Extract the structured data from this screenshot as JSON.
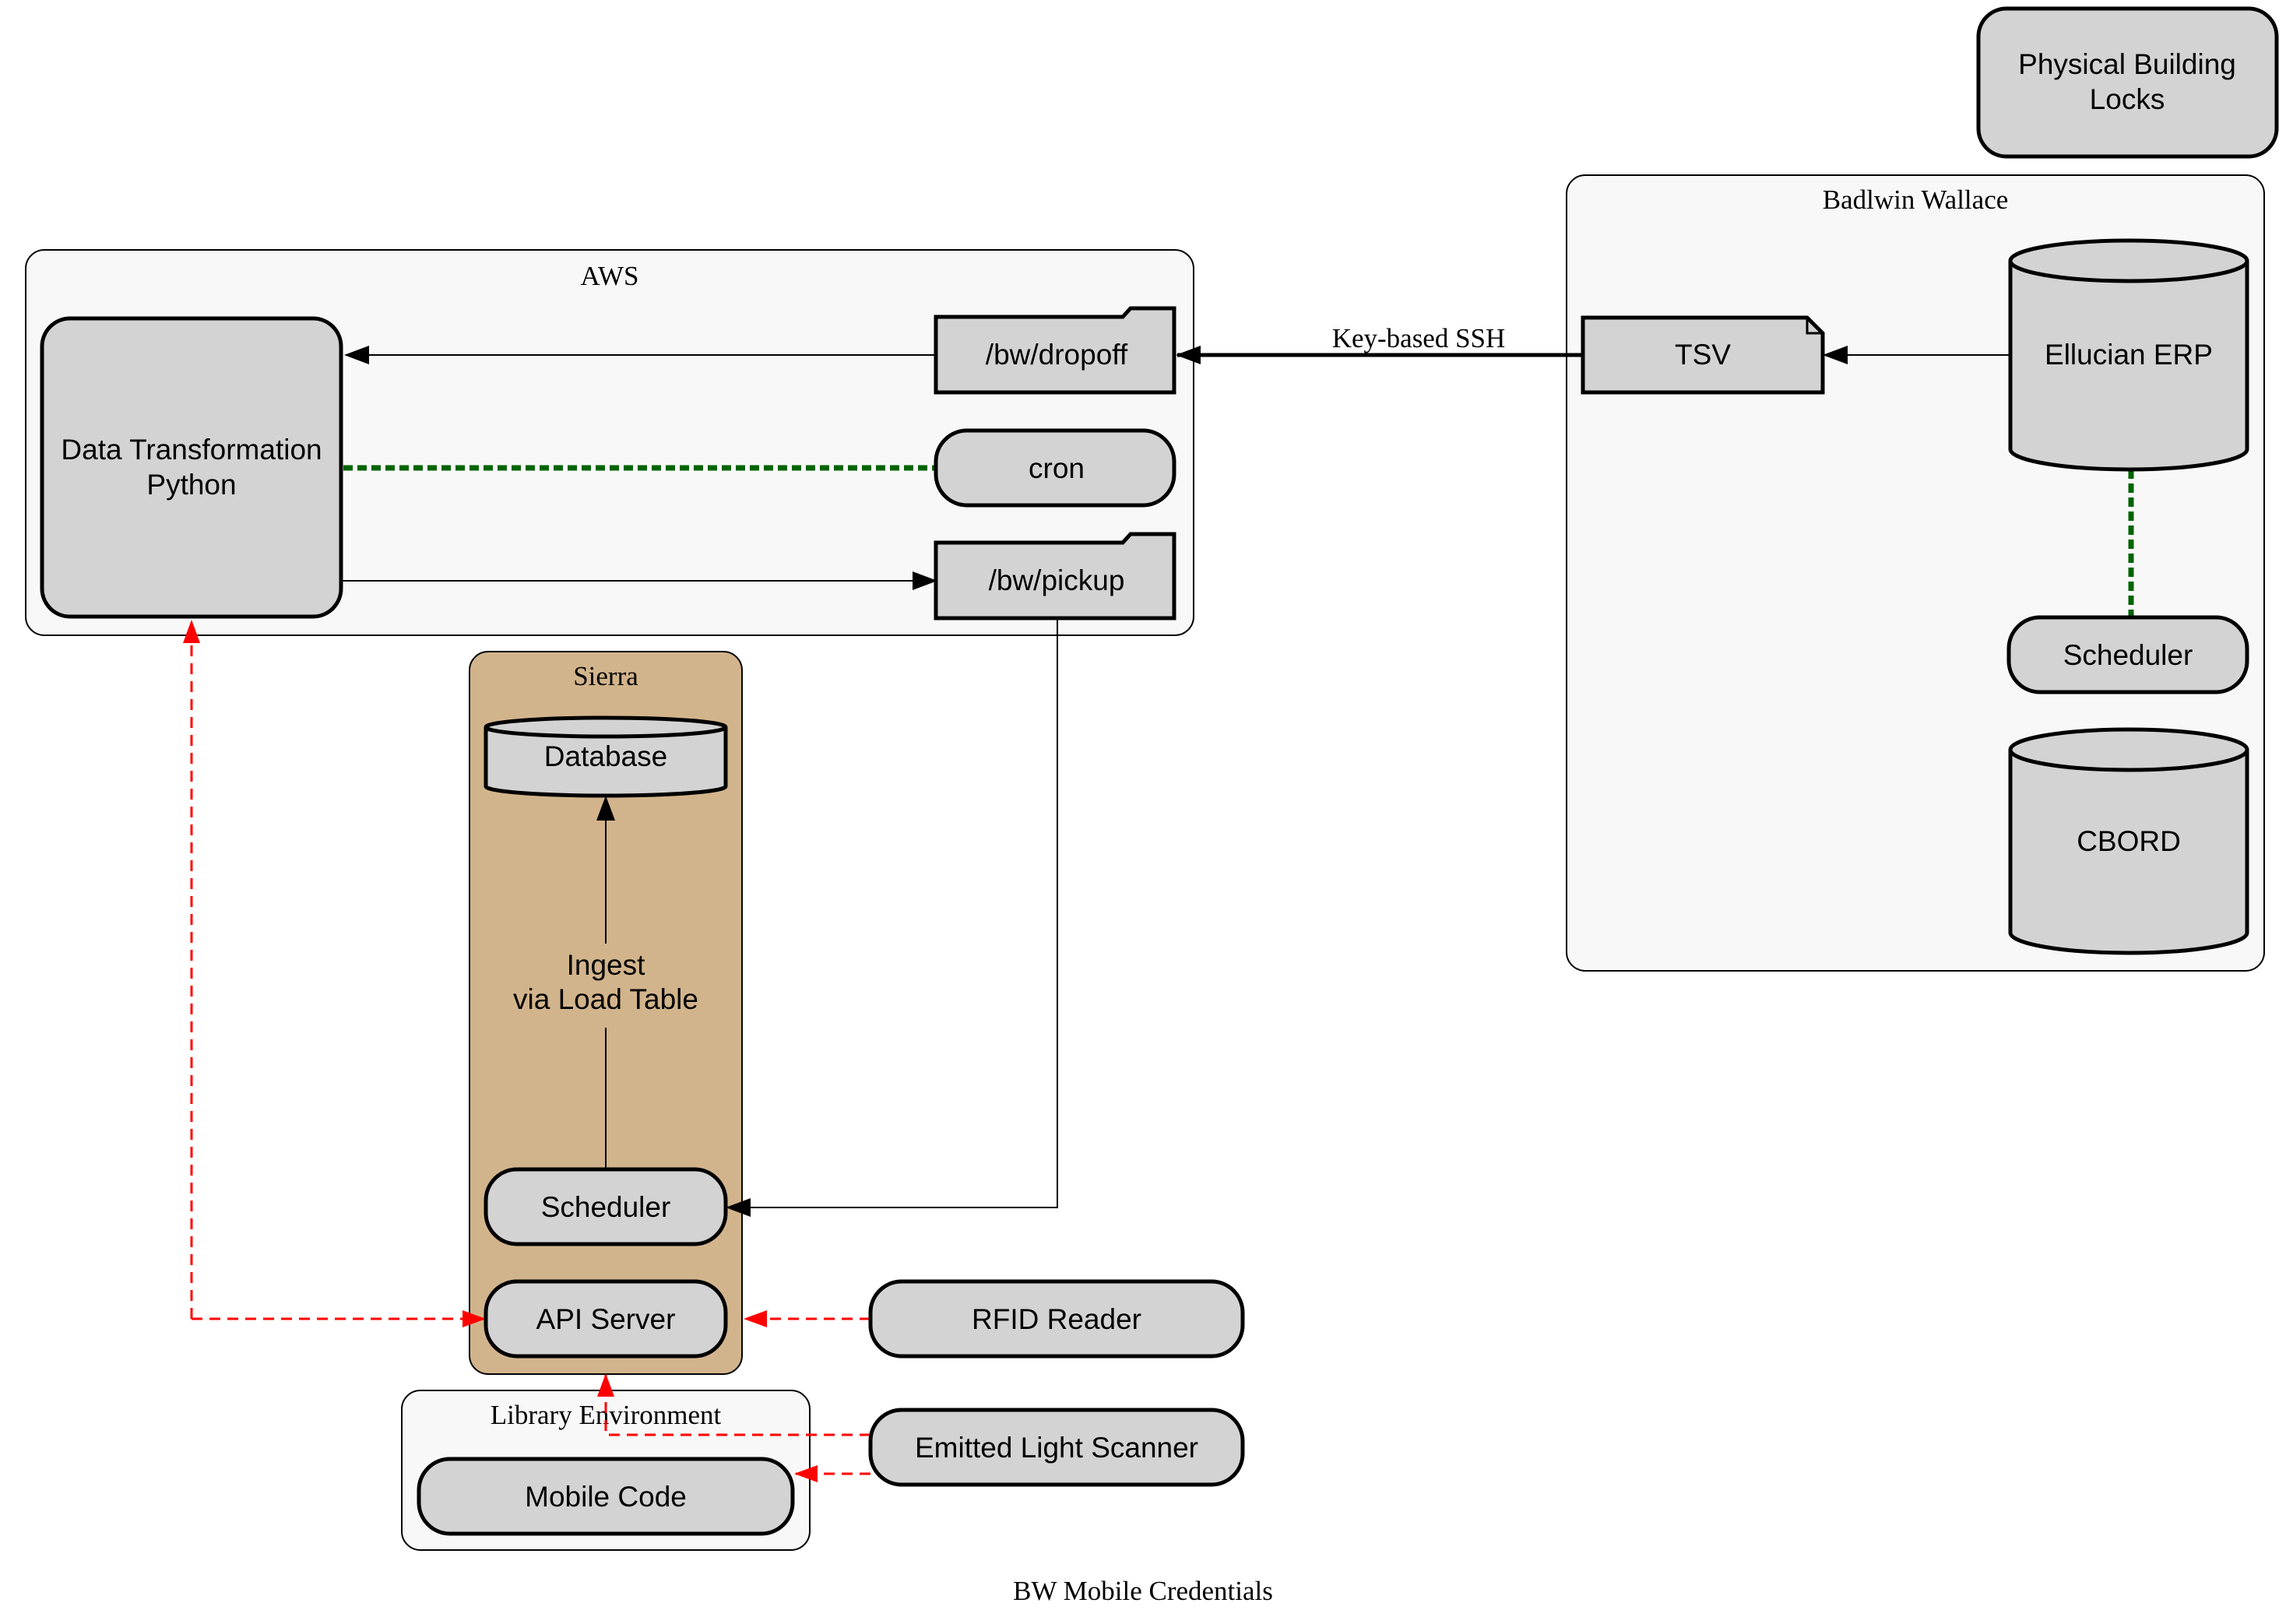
{
  "diagram": {
    "title": "BW Mobile Credentials",
    "colors": {
      "node_fill": "#d3d3d3",
      "cluster_fill": "#f8f8f8",
      "sierra_fill": "#d2b48c",
      "dotted_edge": "#006400",
      "dashed_edge": "#ff0000"
    },
    "clusters": {
      "aws": "AWS",
      "sierra": "Sierra",
      "baldwin": "Badlwin Wallace",
      "library": "Library Environment"
    },
    "nodes": {
      "physical_locks": [
        "Physical Building",
        "Locks"
      ],
      "data_transform": [
        "Data Transformation",
        "Python"
      ],
      "dropoff": "/bw/dropoff",
      "cron": "cron",
      "pickup": "/bw/pickup",
      "tsv": "TSV",
      "ellucian": "Ellucian ERP",
      "bw_scheduler": "Scheduler",
      "cbord": "CBORD",
      "database": "Database",
      "sierra_scheduler": "Scheduler",
      "api_server": "API Server",
      "rfid": "RFID Reader",
      "els": "Emitted Light Scanner",
      "mobile": "Mobile Code"
    },
    "edges": {
      "ssh": "Key-based SSH",
      "ingest": [
        "Ingest",
        "via Load Table"
      ]
    }
  }
}
